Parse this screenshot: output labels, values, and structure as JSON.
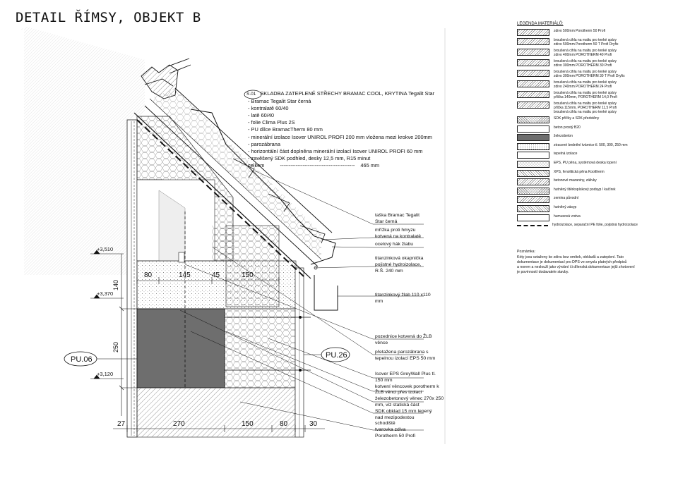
{
  "title": "DETAIL ŘÍMSY, OBJEKT B",
  "spec": {
    "code": "S.01",
    "header": "SKLADBA ZATEPLENÉ STŘECHY BRAMAC COOL, KRYTINA Tegalit Star",
    "layers": [
      "- Bramac Tegalit Star černá",
      "- kontralatě 60/40",
      "- latě 60/40",
      "- folie Clima Plus 2S",
      "- PU dílce BramacTherm 80 mm",
      "- minerální izolace Isover UNIROL PROFI 200 mm vložena mezi krokve 200mm",
      "- parozábrana",
      "- horizontální část doplněna minerální izolací Isover UNIROL PROFI 60 mm",
      "- zavěšený SDK podhled, desky 12,5 mm, R15 minut"
    ],
    "total_label": "celkem",
    "total_dashes": "-------------------------------------------",
    "total_value": "465 mm"
  },
  "callouts": [
    {
      "lines": [
        "taška Bramac Tegalit",
        "Star černá"
      ]
    },
    {
      "lines": [
        "mřížka proti hmyzu",
        "kotvená na kontralatě"
      ]
    },
    {
      "lines": [
        "ocelový hák žlabu"
      ]
    },
    {
      "lines": [
        "titanzinková okapnička",
        "pojistné hydroizolace,",
        "R.Š. 240 mm"
      ]
    },
    {
      "lines": [
        "titanzinkový žlab 110 x110",
        "mm"
      ]
    },
    {
      "lines": [
        "pozednice kotvená do ŽLB",
        "věnce"
      ]
    },
    {
      "lines": [
        "přetažena parozábrana s",
        "tepelnou izolací EPS 50 mm"
      ]
    },
    {
      "lines": [
        "Isover EPS GreyWall Plus tl.",
        "150 mm",
        "kotvení věncovek porotherm k",
        "ŽLB věnci přes izolaci",
        "železobetonový věnec 270x 250",
        "mm, viz statická část",
        "SDK obklad 15 mm lepený",
        "nad mezipodestou",
        "schodiště",
        "tvarovka zdiva",
        "Porotherm 50 Profi"
      ]
    }
  ],
  "tags": {
    "pu06": "PU.06",
    "pu26": "PU.26"
  },
  "dims": {
    "top": [
      "80",
      "145",
      "45",
      "150"
    ],
    "bottom": [
      "27",
      "270",
      "150",
      "80",
      "30"
    ],
    "left_vertical": [
      "140",
      "250"
    ],
    "levels": [
      "+3,510",
      "+3,370",
      "+3,120"
    ]
  },
  "legend": {
    "title": "LEGENDA MATERIÁLŮ:",
    "items": [
      {
        "pattern": "hatch",
        "lines": [
          "zdivo 500mm Porotherm 50 Profi"
        ]
      },
      {
        "pattern": "hatch",
        "lines": [
          "broušená cihla na maltu pro tenké spáry",
          "zdivo 500mm Porotherm 50 T Profi Dryfix"
        ]
      },
      {
        "pattern": "hatch",
        "lines": [
          "broušená cihla na maltu pro tenké spáry",
          "zdivo 400mm POROTHERM 40 Profi"
        ]
      },
      {
        "pattern": "hatch",
        "lines": [
          "broušená cihla na maltu pro tenké spáry",
          "zdivo 300mm POROTHERM 30 Profi"
        ]
      },
      {
        "pattern": "hatch",
        "lines": [
          "broušená cihla na maltu pro tenké spáry",
          "zdivo 300mm POROTHERM 30 T Profi Dryfix"
        ]
      },
      {
        "pattern": "hatch",
        "lines": [
          "broušená cihla na maltu pro tenké spáry",
          "zdivo 240mm POROTHERM 24 Profi"
        ]
      },
      {
        "pattern": "hatch",
        "lines": [
          "broušená cihla na maltu pro tenké spáry",
          "příčka 140mm, POROTHERM 14,0 Profi"
        ]
      },
      {
        "pattern": "hatch",
        "lines": [
          "broušená cihla na maltu pro tenké spáry",
          "příčka 115mm, POROTHERM 11,5 Profi",
          "broušená cihla na maltu pro tenké spáry"
        ]
      },
      {
        "pattern": "cross",
        "lines": [
          "SDK příčky a SDK předstěny"
        ]
      },
      {
        "pattern": "blank",
        "lines": [
          "beton prostý B20"
        ]
      },
      {
        "pattern": "solid",
        "lines": [
          "železobeton"
        ]
      },
      {
        "pattern": "dots",
        "lines": [
          "ztracené bednění tvárnice tl. 500, 300, 250 mm"
        ]
      },
      {
        "pattern": "blank",
        "lines": [
          "tepelná izolace"
        ]
      },
      {
        "pattern": "hex",
        "lines": [
          "EPS, PU pěna, systémová deska topení"
        ]
      },
      {
        "pattern": "hatch2",
        "lines": [
          "XPS, fenolitická pěna Kooltherm"
        ]
      },
      {
        "pattern": "hatch",
        "lines": [
          "betonové mazaniny, zálivky"
        ]
      },
      {
        "pattern": "cross",
        "lines": [
          "hutněný štěrkopískový podsyp / kačírek"
        ]
      },
      {
        "pattern": "hatch",
        "lines": [
          "zemina původní"
        ]
      },
      {
        "pattern": "hatch2",
        "lines": [
          "hutněný zásyp"
        ]
      },
      {
        "pattern": "blank",
        "lines": [
          "humusová vrstva"
        ]
      },
      {
        "pattern": "dashline",
        "lines": [
          "hydroizolace, separační PE folie, pojistná hydroizolace"
        ]
      }
    ]
  },
  "notes": {
    "title": "Poznámka:",
    "lines": [
      "Kóty jsou vztaženy ke zdivu bez omítek, obkladů a zateplení. Tato",
      "dokumentace je dokumentací pro DPS ve smyslu platných předpisů",
      "a norem a neslouží jako výrobní či dílenská dokumentace jejíž zhotovení",
      "je povinností dodavatele stavby."
    ]
  }
}
